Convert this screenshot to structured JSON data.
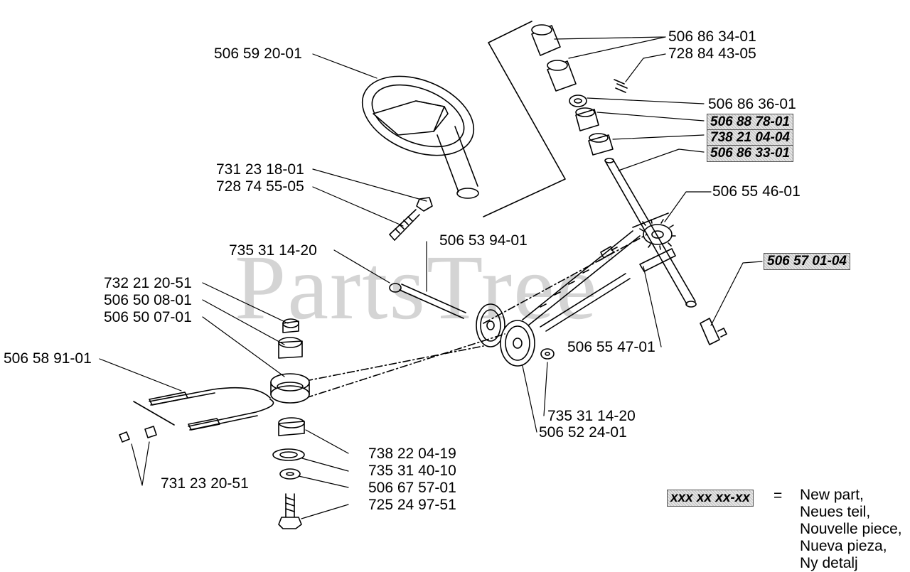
{
  "watermark": {
    "text": "PartsTree",
    "mark": "™"
  },
  "parts": {
    "p1": "506 59 20-01",
    "p2": "731 23 18-01",
    "p3": "728 74 55-05",
    "p4": "735 31 14-20",
    "p5": "506 53 94-01",
    "p6": "732 21 20-51",
    "p7": "506 50 08-01",
    "p8": "506 50 07-01",
    "p9": "506 58 91-01",
    "p10": "731 23 20-51",
    "p11": "738 22 04-19",
    "p12": "735 31 40-10",
    "p13": "506 67 57-01",
    "p14": "725 24 97-51",
    "p15": "506 86 34-01",
    "p16": "728 84 43-05",
    "p17": "506 86 36-01",
    "p18": "506 88 78-01",
    "p19": "738 21 04-04",
    "p20": "506 86 33-01",
    "p21": "506 55 46-01",
    "p22": "506 57 01-04",
    "p23": "506 55 47-01",
    "p24": "735 31 14-20",
    "p25": "506 52 24-01"
  },
  "legend": {
    "sample": "xxx xx xx-xx",
    "equals": "=",
    "lines": [
      "New part,",
      "Neues teil,",
      "Nouvelle piece,",
      "Nueva pieza,",
      "Ny detalj"
    ]
  }
}
